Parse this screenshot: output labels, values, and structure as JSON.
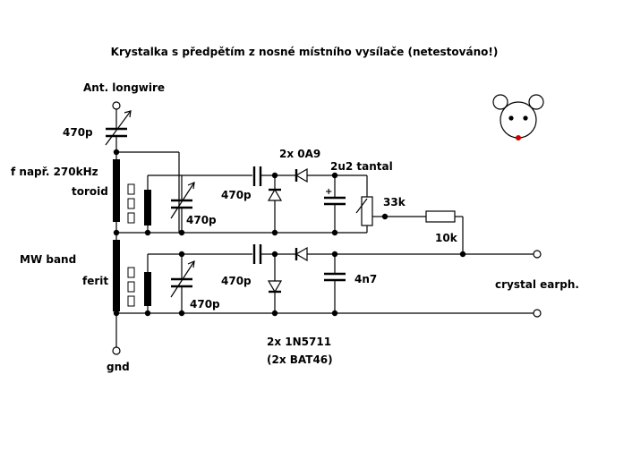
{
  "title": "Krystalka s předpětím z nosné místního vysílače (netestováno!)",
  "labels": {
    "antenna": "Ant. longwire",
    "cap_antenna": "470p",
    "coil_freq": "f např. 270kHz",
    "toroid": "toroid",
    "cap_tune_top": "470p",
    "cap_coupling_top": "470p",
    "diodes_top": "2x 0A9",
    "tantal": "2u2 tantal",
    "pot": "33k",
    "resistor": "10k",
    "mw_band": "MW band",
    "ferit": "ferit",
    "cap_coupling_bottom": "470p",
    "cap_tune_bottom": "470p",
    "cap_4n7": "4n7",
    "earphone": "crystal earph.",
    "diodes_bottom": "2x 1N5711",
    "diodes_bottom_alt": "(2x BAT46)",
    "ground": "gnd",
    "plus_sign": "+"
  },
  "colors": {
    "line": "#000000",
    "background": "#ffffff",
    "mouse_nose": "#cc0000"
  },
  "icons": [
    "mouse-icon"
  ]
}
